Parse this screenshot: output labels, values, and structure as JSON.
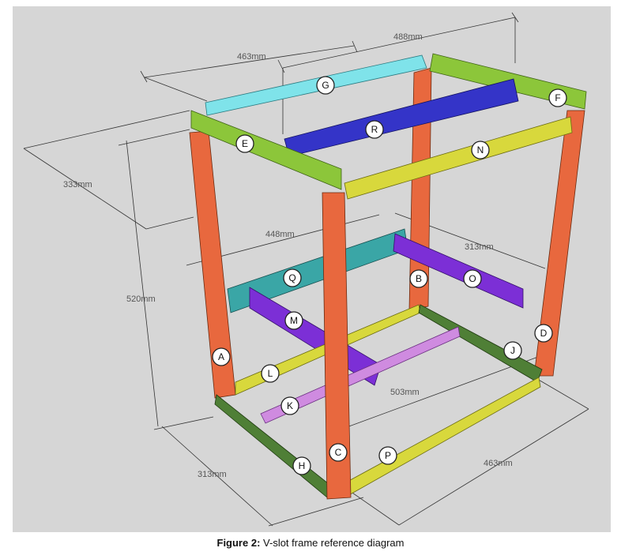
{
  "caption": {
    "label": "Figure 2:",
    "text": "V-slot frame reference diagram"
  },
  "colors": {
    "background": "#d6d6d6",
    "orange": "#e8683e",
    "green": "#8cc63a",
    "cyan": "#7fe3ea",
    "blue": "#3434c8",
    "yellow": "#d8d83c",
    "teal": "#3aa6a6",
    "purple": "#7c2fd6",
    "pink": "#cf8be0",
    "darkgreen": "#4f7f36"
  },
  "dimensions": [
    "488mm",
    "463mm",
    "333mm",
    "520mm",
    "448mm",
    "313mm",
    "503mm",
    "313mm",
    "463mm"
  ],
  "parts": [
    "A",
    "B",
    "C",
    "D",
    "E",
    "F",
    "G",
    "H",
    "J",
    "K",
    "L",
    "M",
    "N",
    "O",
    "P",
    "Q",
    "R"
  ]
}
